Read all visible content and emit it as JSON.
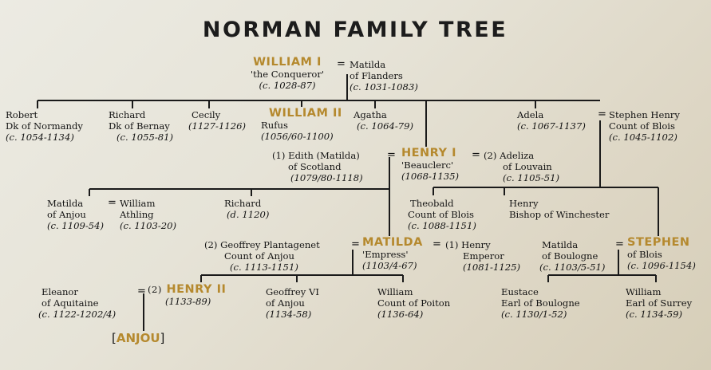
{
  "title": "NORMAN FAMILY TREE",
  "people": {
    "william1": {
      "name": "WILLIAM I",
      "epithet": "'the Conqueror'",
      "dates": "(c. 1028-87)"
    },
    "matilda_flanders": {
      "line1": "Matilda",
      "line2": "of Flanders",
      "dates": "(c. 1031-1083)"
    },
    "robert": {
      "line1": "Robert",
      "line2": "Dk of Normandy",
      "dates": "(c. 1054-1134)"
    },
    "richard_bernay": {
      "line1": "Richard",
      "line2": "Dk of Bernay",
      "dates": "(c. 1055-81)"
    },
    "cecily": {
      "line1": "Cecily",
      "dates": "(1127-1126)"
    },
    "william2": {
      "name": "WILLIAM II",
      "epithet": "Rufus",
      "dates": "(1056/60-1100)"
    },
    "agatha": {
      "line1": "Agatha",
      "dates": "(c. 1064-79)"
    },
    "adela": {
      "line1": "Adela",
      "dates": "(c. 1067-1137)"
    },
    "stephen_henry": {
      "line1": "Stephen Henry",
      "line2": "Count of Blois",
      "dates": "(c. 1045-1102)"
    },
    "edith": {
      "line1": "(1) Edith (Matilda)",
      "line2": "of Scotland",
      "dates": "(1079/80-1118)"
    },
    "henry1": {
      "name": "HENRY I",
      "epithet": "'Beauclerc'",
      "dates": "(1068-1135)"
    },
    "adeliza": {
      "line1": "(2) Adeliza",
      "line2": "of Louvain",
      "dates": "(c. 1105-51)"
    },
    "matilda_anjou": {
      "line1": "Matilda",
      "line2": "of Anjou",
      "dates": "(c. 1109-54)"
    },
    "william_athling": {
      "line1": "William",
      "line2": "Athling",
      "dates": "(c. 1103-20)"
    },
    "richard_d": {
      "line1": "Richard",
      "dates": "(d. 1120)"
    },
    "theobald": {
      "line1": "Theobald",
      "line2": "Count of Blois",
      "dates": "(c. 1088-1151)"
    },
    "henry_bishop": {
      "line1": "Henry",
      "line2": "Bishop of Winchester"
    },
    "geoffrey_plantagenet": {
      "line1": "(2) Geoffrey Plantagenet",
      "line2": "Count of Anjou",
      "dates": "(c. 1113-1151)"
    },
    "matilda_empress": {
      "name": "MATILDA",
      "epithet": "'Empress'",
      "dates": "(1103/4-67)"
    },
    "henry_emperor": {
      "line1": "(1) Henry",
      "line2": "Emperor",
      "dates": "(1081-1125)"
    },
    "matilda_boulogne": {
      "line1": "Matilda",
      "line2": "of Boulogne",
      "dates": "(c. 1103/5-51)"
    },
    "stephen": {
      "name": "STEPHEN",
      "epithet": "of Blois",
      "dates": "(c. 1096-1154)"
    },
    "eleanor": {
      "line1": "Eleanor",
      "line2": "of Aquitaine",
      "dates": "(c. 1122-1202/4)"
    },
    "henry2": {
      "prefix": "(2)",
      "name": "HENRY II",
      "dates": "(1133-89)"
    },
    "geoffrey6": {
      "line1": "Geoffrey VI",
      "line2": "of Anjou",
      "dates": "(1134-58)"
    },
    "william_poiton": {
      "line1": "William",
      "line2": "Count of Poiton",
      "dates": "(1136-64)"
    },
    "eustace": {
      "line1": "Eustace",
      "line2": "Earl of Boulogne",
      "dates": "(c. 1130/1-52)"
    },
    "william_surrey": {
      "line1": "William",
      "line2": "Earl of Surrey",
      "dates": "(c. 1134-59)"
    }
  },
  "marriage_sign": "=",
  "house_label": {
    "open": "[",
    "name": "ANJOU",
    "close": "]"
  },
  "colors": {
    "name_gold": "#b5892e",
    "text": "#141414",
    "line": "#1a1a1a"
  }
}
